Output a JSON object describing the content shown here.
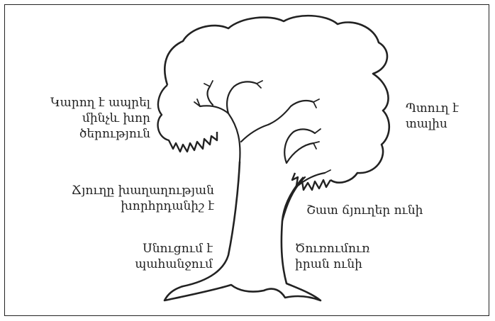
{
  "labels": {
    "deep_age": {
      "line1": "Կարող է ապրել",
      "line2": "մինչև խոր",
      "line3": "ծերություն"
    },
    "fruit": {
      "line1": "Պտուղ է",
      "line2": "տալիս"
    },
    "branch_sign": {
      "line1": "Ճյուղը խաղաղության",
      "line2": "խորհրդանիշ է"
    },
    "many_branches": {
      "line1": "Շատ ճյուղեր ունի"
    },
    "feeds": {
      "line1": "Սնուցում է",
      "line2": "պահանջում"
    },
    "seeds": {
      "line1": "Ծուռումուռ",
      "line2": "իրան ունի"
    }
  },
  "colors": {
    "ink": "#222222",
    "background": "#ffffff"
  }
}
